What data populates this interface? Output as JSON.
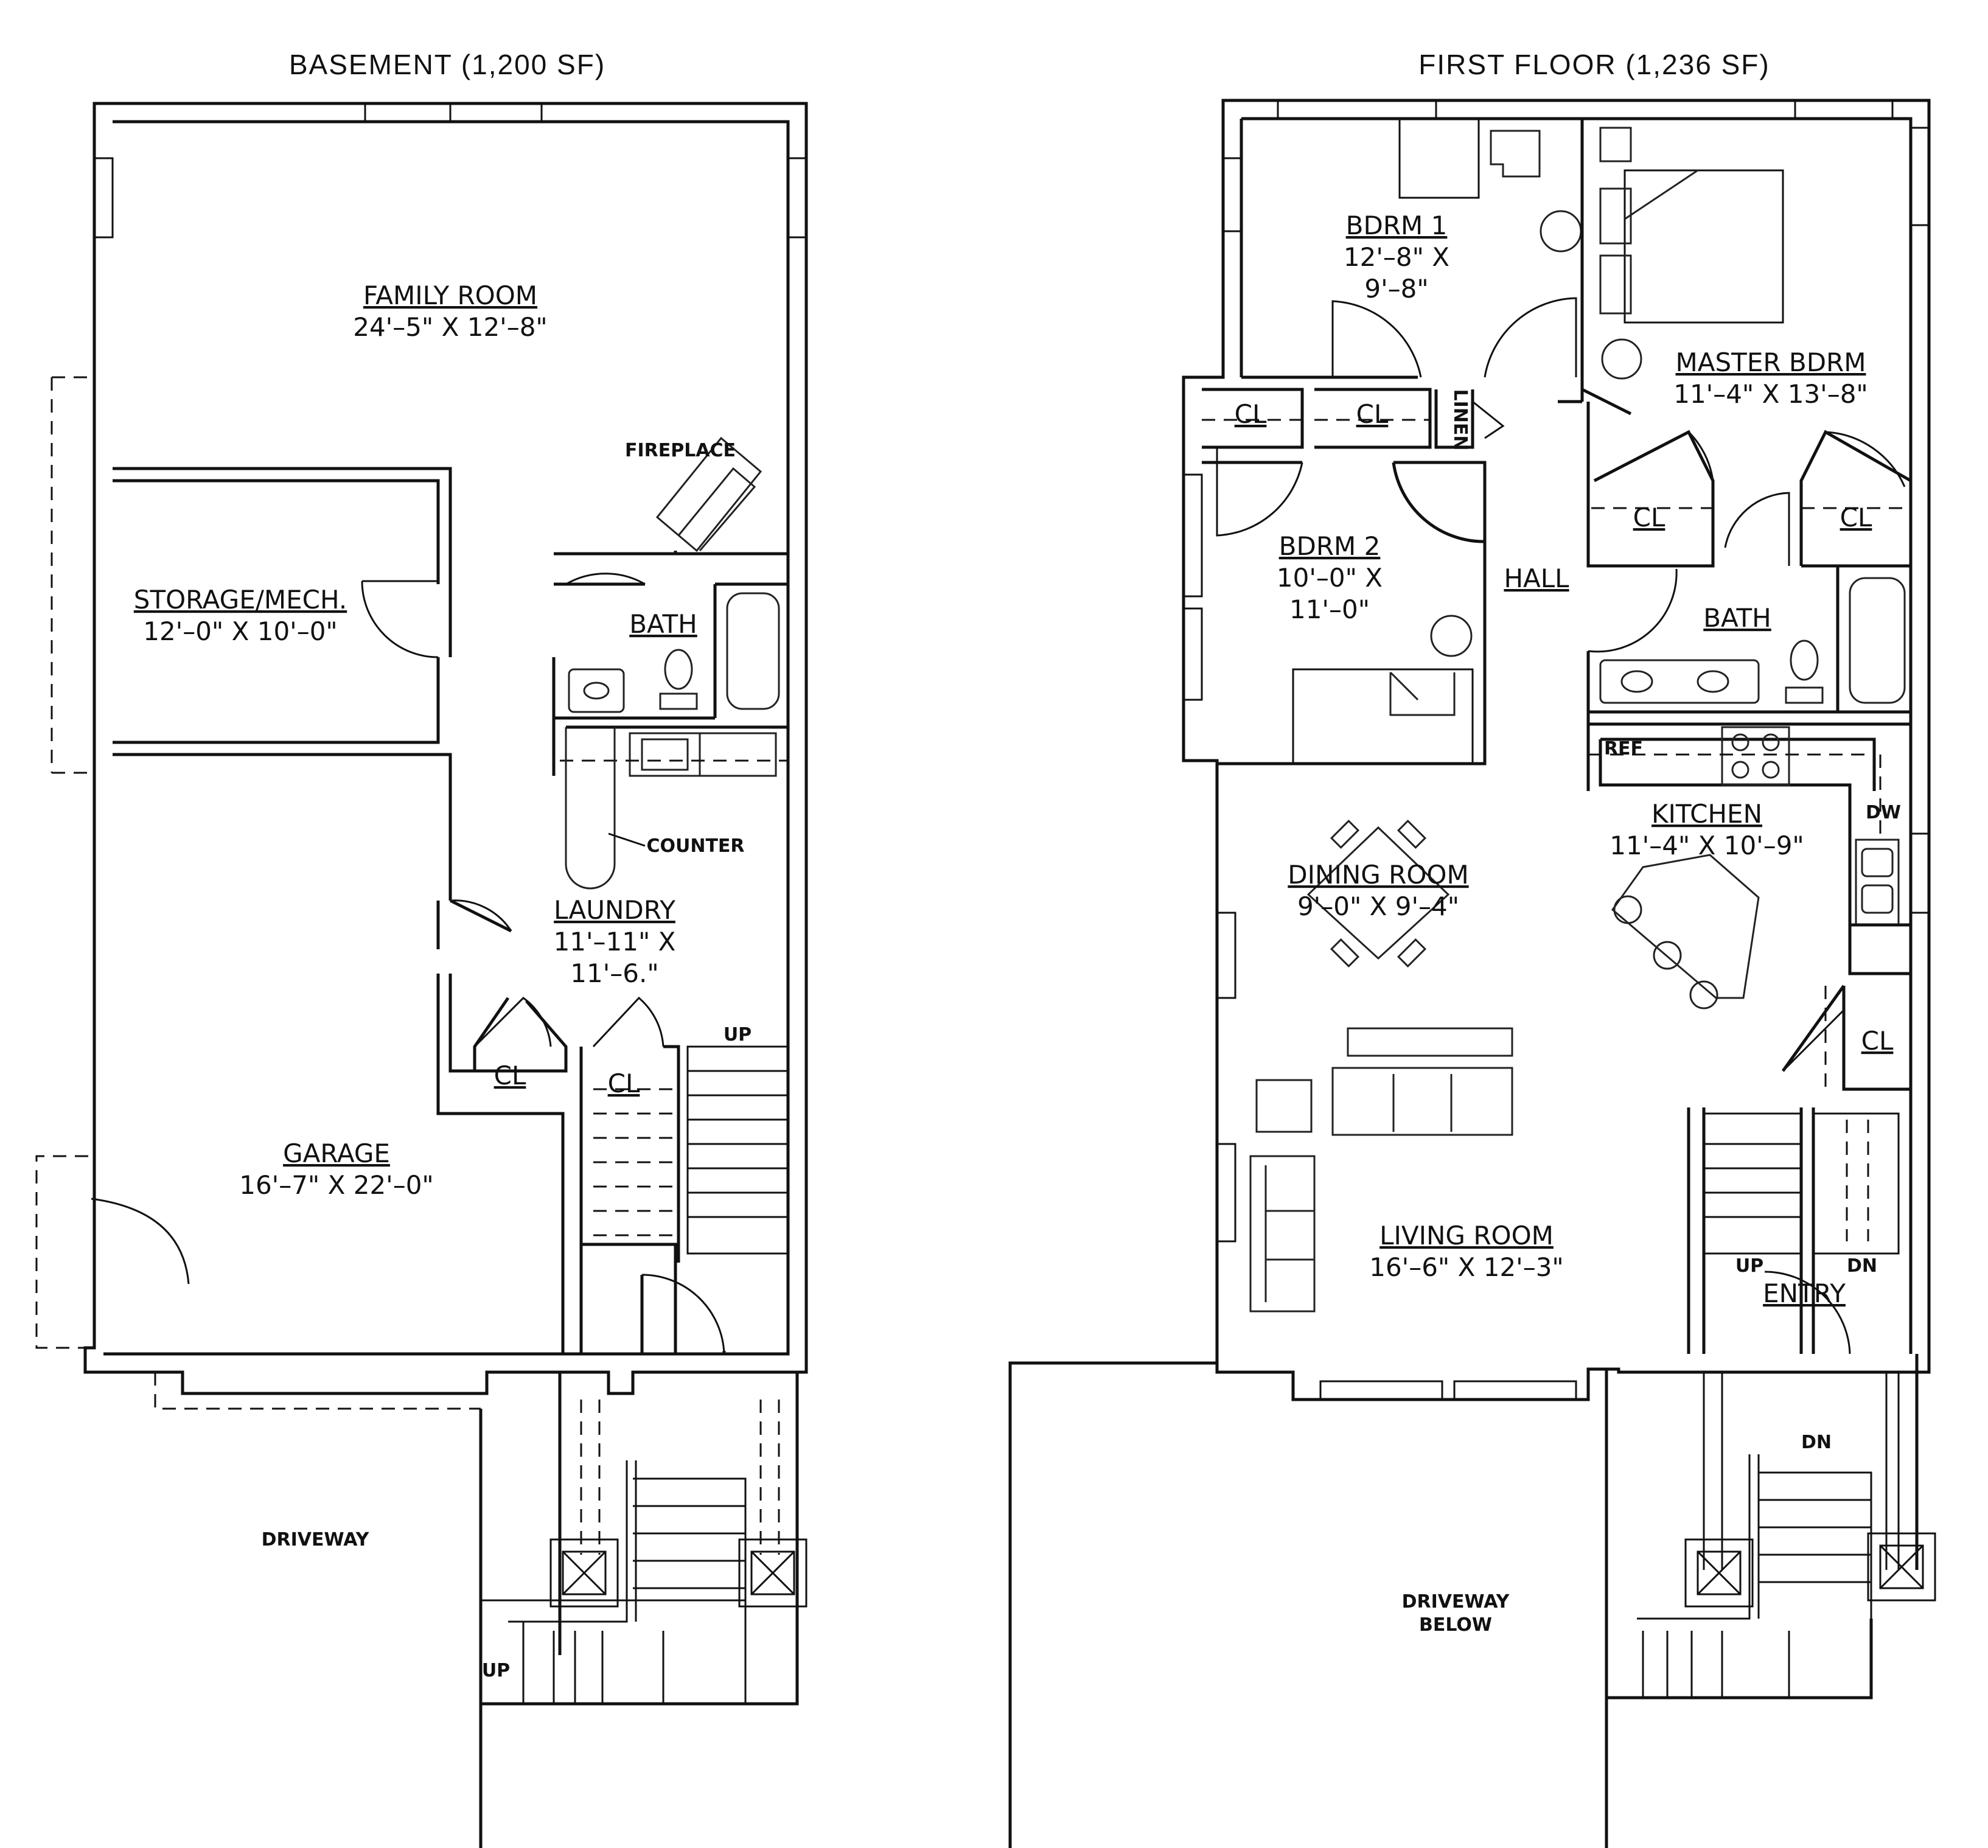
{
  "basement": {
    "title": "BASEMENT (1,200 SF)",
    "rooms": [
      {
        "name": "FAMILY ROOM",
        "dim": "24'–5\" X 12'–8\""
      },
      {
        "name": "STORAGE/MECH.",
        "dim": "12'–0\" X 10'–0\""
      },
      {
        "name": "BATH"
      },
      {
        "name": "LAUNDRY",
        "dim1": "11'–11\" X",
        "dim2": "11'–6.\""
      },
      {
        "name": "CL"
      },
      {
        "name": "CL"
      },
      {
        "name": "GARAGE",
        "dim": "16'–7\" X 22'–0\""
      }
    ],
    "labels": {
      "fireplace": "FIREPLACE",
      "counter": "COUNTER",
      "up": "UP",
      "up2": "UP",
      "driveway": "DRIVEWAY"
    }
  },
  "first_floor": {
    "title": "FIRST FLOOR (1,236 SF)",
    "rooms": [
      {
        "name": "BDRM 1",
        "dim1": "12'–8\" X",
        "dim2": "9'–8\""
      },
      {
        "name": "MASTER BDRM",
        "dim": "11'–4\" X 13'–8\""
      },
      {
        "name": "CL"
      },
      {
        "name": "CL"
      },
      {
        "name": "LINEN"
      },
      {
        "name": "BDRM 2",
        "dim1": "10'–0\" X",
        "dim2": "11'–0\""
      },
      {
        "name": "HALL"
      },
      {
        "name": "CL"
      },
      {
        "name": "CL"
      },
      {
        "name": "BATH"
      },
      {
        "name": "KITCHEN",
        "dim": "11'–4\" X 10'–9\""
      },
      {
        "name": "DINING ROOM",
        "dim": "9'–0\" X 9'–4\""
      },
      {
        "name": "CL"
      },
      {
        "name": "LIVING ROOM",
        "dim": "16'–6\" X 12'–3\""
      },
      {
        "name": "ENTRY"
      }
    ],
    "labels": {
      "ref": "REF",
      "dw": "DW",
      "up": "UP",
      "dn": "DN",
      "dn2": "DN",
      "driveway1": "DRIVEWAY",
      "driveway2": "BELOW"
    }
  }
}
